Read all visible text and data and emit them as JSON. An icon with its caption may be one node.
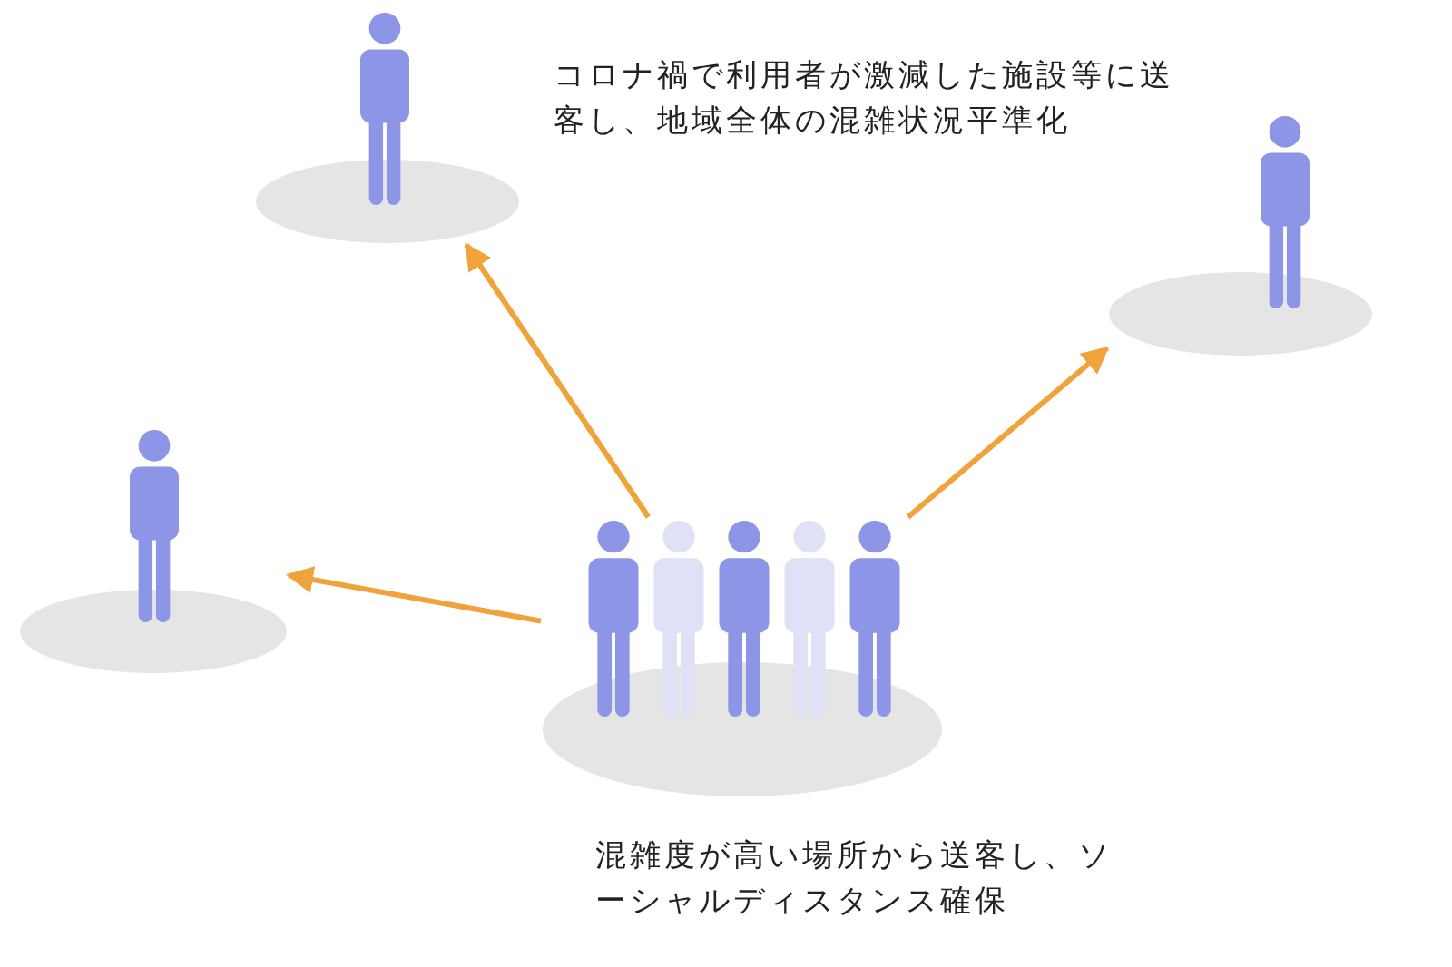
{
  "diagram": {
    "nodes": [
      {
        "text": [],
        "shape": "picture"
      },
      {
        "text": [],
        "shape": "picture"
      },
      {
        "text": [],
        "shape": "picture"
      },
      {
        "text": [],
        "shape": "picture"
      }
    ],
    "edges": [
      {
        "from": 0,
        "to": 1,
        "arrow": "to"
      },
      {
        "from": 0,
        "to": 2,
        "arrow": "to"
      },
      {
        "from": 0,
        "to": 3,
        "arrow": "to"
      }
    ],
    "labels": [
      "コロナ禍で利用者が激減した施設等に送客し、地域全体の混雑状況平準化",
      "混雑度が高い場所から送客し、ソーシャルディスタンス確保"
    ]
  }
}
